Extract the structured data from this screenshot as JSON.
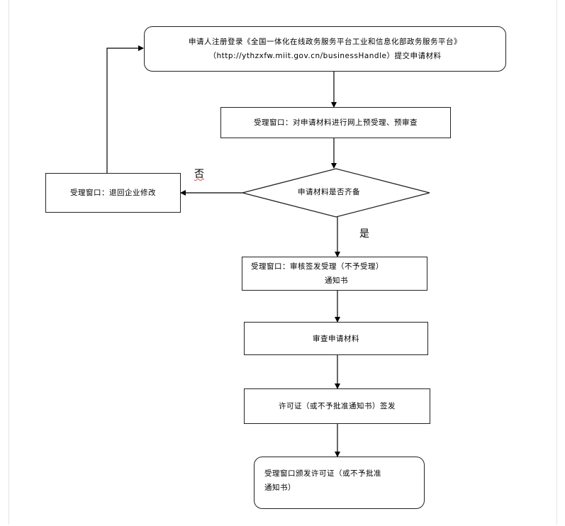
{
  "nodes": {
    "register": {
      "line1": "申请人注册登录《全国一体化在线政务服务平台工业和信息化部政务服务平台》",
      "line2": "（http://ythzxfw.miit.gov.cn/businessHandle）提交申请材料"
    },
    "pre_review": {
      "text": "受理窗口：对申请材料进行网上预受理、预审查"
    },
    "completeness_check": {
      "text": "申请材料是否齐备"
    },
    "return_modify": {
      "text": "受理窗口：退回企业修改"
    },
    "acceptance_notice": {
      "line1": "受理窗口：审核签发受理（不予受理）",
      "line2": "通知书"
    },
    "review_materials": {
      "text": "审查申请材料"
    },
    "license_issue": {
      "text": "许可证（或不予批准通知书）签发"
    },
    "license_distribute": {
      "line1": "受理窗口颁发许可证（或不予批准",
      "line2": "通知书）"
    }
  },
  "edge_labels": {
    "no": "否",
    "yes": "是"
  }
}
